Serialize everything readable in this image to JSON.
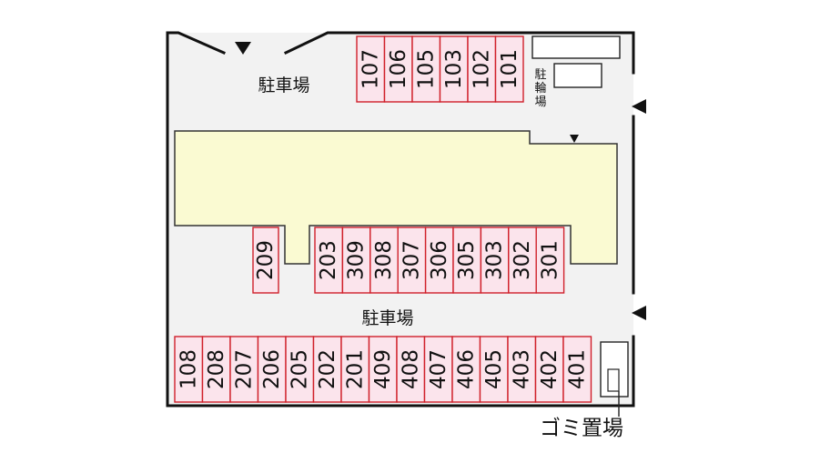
{
  "labels": {
    "parking_top": "駐車場",
    "parking_bottom": "駐車場",
    "bicycle_parking": "駐輪場",
    "garbage_area": "ゴミ置場"
  },
  "slots": {
    "top_row": [
      "107",
      "106",
      "105",
      "103",
      "102",
      "101"
    ],
    "middle_single": [
      "209"
    ],
    "middle_row": [
      "203",
      "309",
      "308",
      "307",
      "306",
      "305",
      "303",
      "302",
      "301"
    ],
    "bottom_row": [
      "108",
      "208",
      "207",
      "206",
      "205",
      "202",
      "201",
      "409",
      "408",
      "407",
      "406",
      "405",
      "403",
      "402",
      "401"
    ]
  },
  "colors": {
    "lot_background": "#f2f2f2",
    "building_fill": "#fafad2",
    "slot_fill": "#fbe4ec",
    "slot_border": "#d0202a"
  }
}
